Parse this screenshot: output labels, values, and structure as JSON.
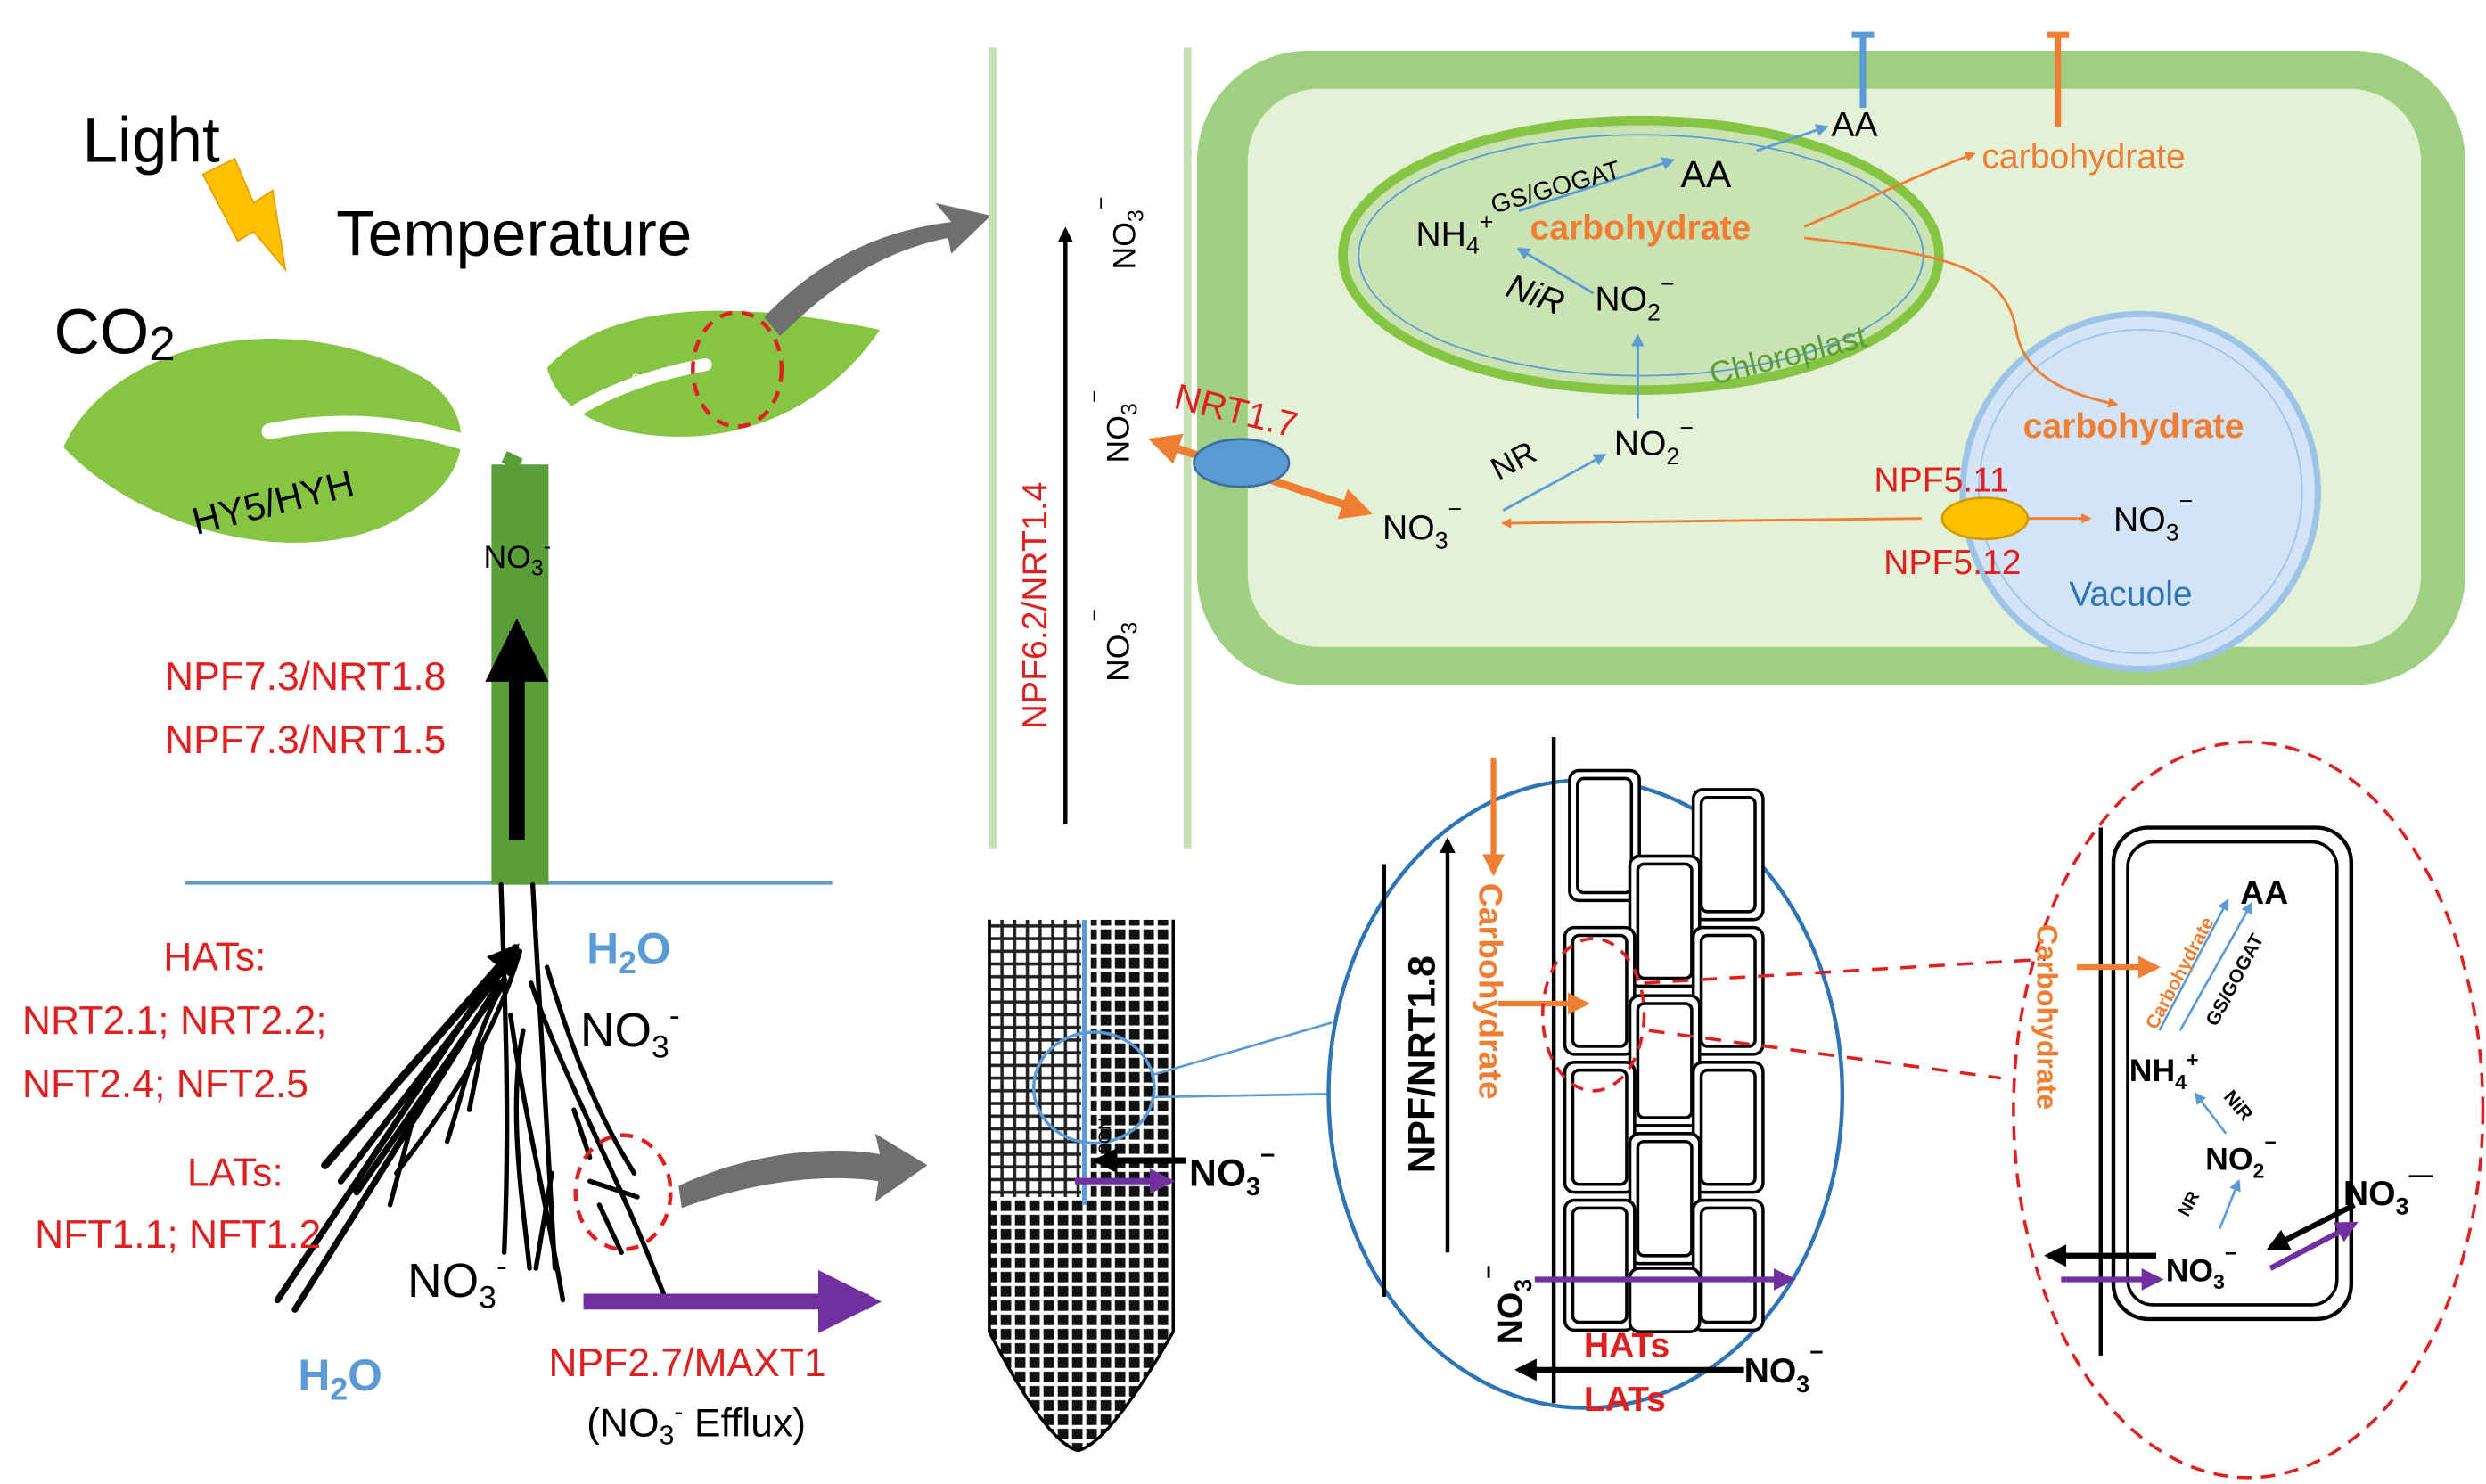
{
  "colors": {
    "red": "#e02020",
    "orange": "#ef7d32",
    "blue": "#5b9bd5",
    "purple": "#7030a0",
    "leaf": "#86c544",
    "stem": "#5a9e3a",
    "cell_wall": "#9fcf80",
    "cell_fill": "#e3f1d7",
    "chloro_fill": "#c9e3b5",
    "vacuole_fill": "#d2e4f5",
    "membrane": "#c5e0b4"
  },
  "plant": {
    "light": "Light",
    "temperature": "Temperature",
    "co2": "CO",
    "co2_sub": "2",
    "hy5": "HY5/HYH",
    "leaf_no3": "3",
    "stem_no3": "NO",
    "stem_no3_sub": "3",
    "stem_no3_sup": "-",
    "npf73_18": "NPF7.3/NRT1.8",
    "npf73_15": "NPF7.3/NRT1.5",
    "hats_title": "HATs:",
    "hats_line1": "NRT2.1; NRT2.2;",
    "hats_line2": "NFT2.4; NFT2.5",
    "lats_title": "LATs:",
    "lats_line1": "NFT1.1; NFT1.2",
    "h2o_top": "H",
    "h2o_top_sub": "2",
    "h2o_top_end": "O",
    "root_no3": "NO",
    "root_no3_sub": "3",
    "root_no3_sup": "-",
    "root_no3_b": "NO",
    "root_no3_b_sub": "3",
    "root_no3_b_sup": "-",
    "h2o_bot": "H",
    "h2o_bot_sub": "2",
    "h2o_bot_end": "O",
    "npf27": "NPF2.7/MAXT1",
    "efflux_open": "(NO",
    "efflux_sub": "3",
    "efflux_sup": "-",
    "efflux_close": " Efflux)"
  },
  "cell": {
    "aa_top": "AA",
    "carb_top": "carbohydrate",
    "gs_gogat": "GS/GOGAT",
    "aa_inner": "AA",
    "nh4": "NH",
    "nh4_sub": "4",
    "nh4_sup": "+",
    "carb_chloro": "carbohydrate",
    "nir": "NiR",
    "no2_chloro": "NO",
    "no2_chloro_sub": "2",
    "no2_chloro_sup": "−",
    "chloroplast": "Chloroplast",
    "nr": "NR",
    "no2_cyto": "NO",
    "no2_cyto_sub": "2",
    "no2_cyto_sup": "−",
    "nrt17": "NRT1.7",
    "no3_cyto": "NO",
    "no3_cyto_sub": "3",
    "no3_cyto_sup": "−",
    "carb_vac": "carbohydrate",
    "npf511": "NPF5.11",
    "npf512": "NPF5.12",
    "no3_vac": "NO",
    "no3_vac_sub": "3",
    "no3_vac_sup": "−",
    "vacuole": "Vacuole",
    "npf62": "NPF6.2/NRT1.4",
    "vessel_no3_top": "NO",
    "vessel_no3_top_sub": "3",
    "vessel_no3_top_sup": "−",
    "vessel_no3_mid": "NO",
    "vessel_no3_mid_sub": "3",
    "vessel_no3_mid_sup": "−",
    "vessel_no3_bot": "NO",
    "vessel_no3_bot_sub": "3",
    "vessel_no3_bot_sup": "−"
  },
  "root_detail": {
    "tip_no3_rot": "NO3",
    "tip_no3": "NO",
    "tip_no3_sub": "3",
    "tip_no3_sup": "−",
    "npf_nrt18": "NPF/NRT1.8",
    "carbohydrate": "Carbohydrate",
    "no3_left": "NO",
    "no3_left_sub": "3",
    "no3_left_sup": "−",
    "hats": "HATs",
    "lats": "LATs",
    "no3_right": "NO",
    "no3_right_sub": "3",
    "no3_right_sup": "−"
  },
  "cell_detail": {
    "carbohydrate_side": "Carbohydrate",
    "carbohydrate_diag": "Carbohydrate",
    "gs_gogat": "GS/GOGAT",
    "aa": "AA",
    "nh4": "NH",
    "nh4_sub": "4",
    "nh4_sup": "+",
    "nir": "NiR",
    "no2": "NO",
    "no2_sub": "2",
    "no2_sup": "−",
    "nr": "NR",
    "no3_in": "NO",
    "no3_in_sub": "3",
    "no3_in_sup": "−",
    "no3_out": "NO",
    "no3_out_sub": "3",
    "no3_out_sup": "—"
  }
}
